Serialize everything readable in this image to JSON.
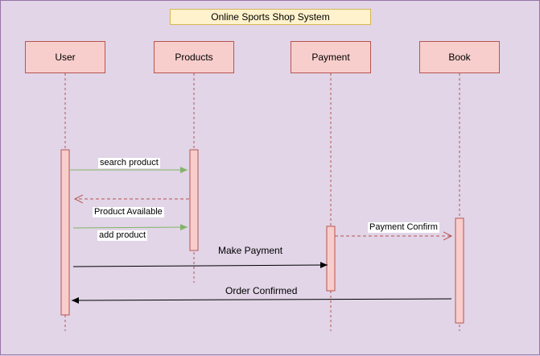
{
  "title": "Online Sports Shop System",
  "participants": [
    {
      "label": "User"
    },
    {
      "label": "Products"
    },
    {
      "label": "Payment"
    },
    {
      "label": "Book"
    }
  ],
  "messages": {
    "search_product": "search product",
    "product_available": "Product Available",
    "add_product": "add product",
    "payment_confirm": "Payment Confirm",
    "make_payment": "Make Payment",
    "order_confirmed": "Order Confirmed"
  },
  "colors": {
    "background": "#e1d5e7",
    "participant_fill": "#f8cecc",
    "participant_stroke": "#b85450",
    "title_fill": "#fff2cc",
    "title_stroke": "#d6b656",
    "sync_arrow": "#82b366",
    "return_arrow": "#b85450",
    "solid_arrow": "#000000"
  }
}
